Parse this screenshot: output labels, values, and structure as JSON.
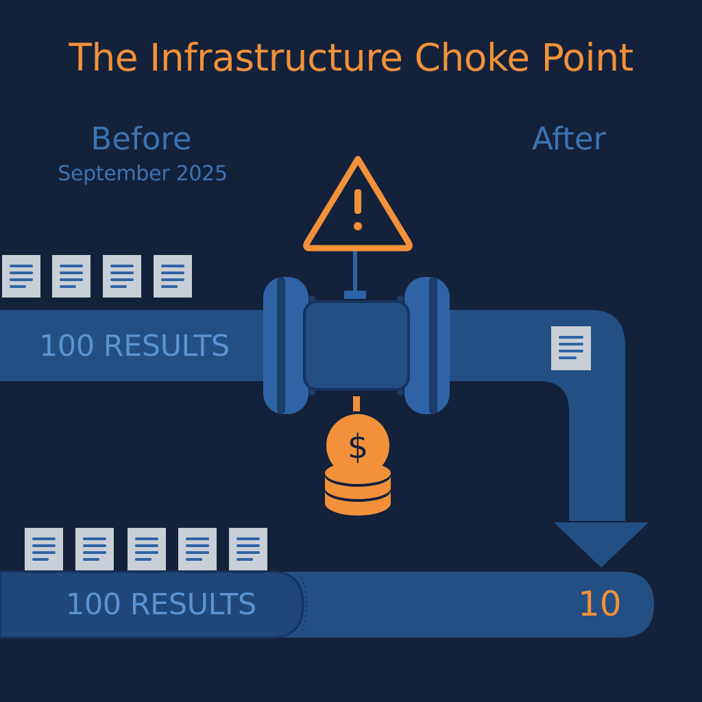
{
  "title": "The Infrastructure Choke Point",
  "before": {
    "label": "Before",
    "date": "September 2025"
  },
  "after": {
    "label": "After"
  },
  "top_pipe": {
    "results_label": "100 RESULTS",
    "document_count": 4
  },
  "bottom_pipe": {
    "results_label": "100 RESULTS",
    "document_count": 5,
    "after_count": "10"
  },
  "valve": {
    "warning_icon": "warning-triangle-icon",
    "cost_icon": "dollar-coin-stack-icon"
  },
  "colors": {
    "background": "#13213a",
    "pipe": "#234f82",
    "pipe_dark": "#1b3d68",
    "accent_orange": "#f2913a",
    "label_blue": "#3c73b2",
    "document": "#c9cfd6"
  }
}
